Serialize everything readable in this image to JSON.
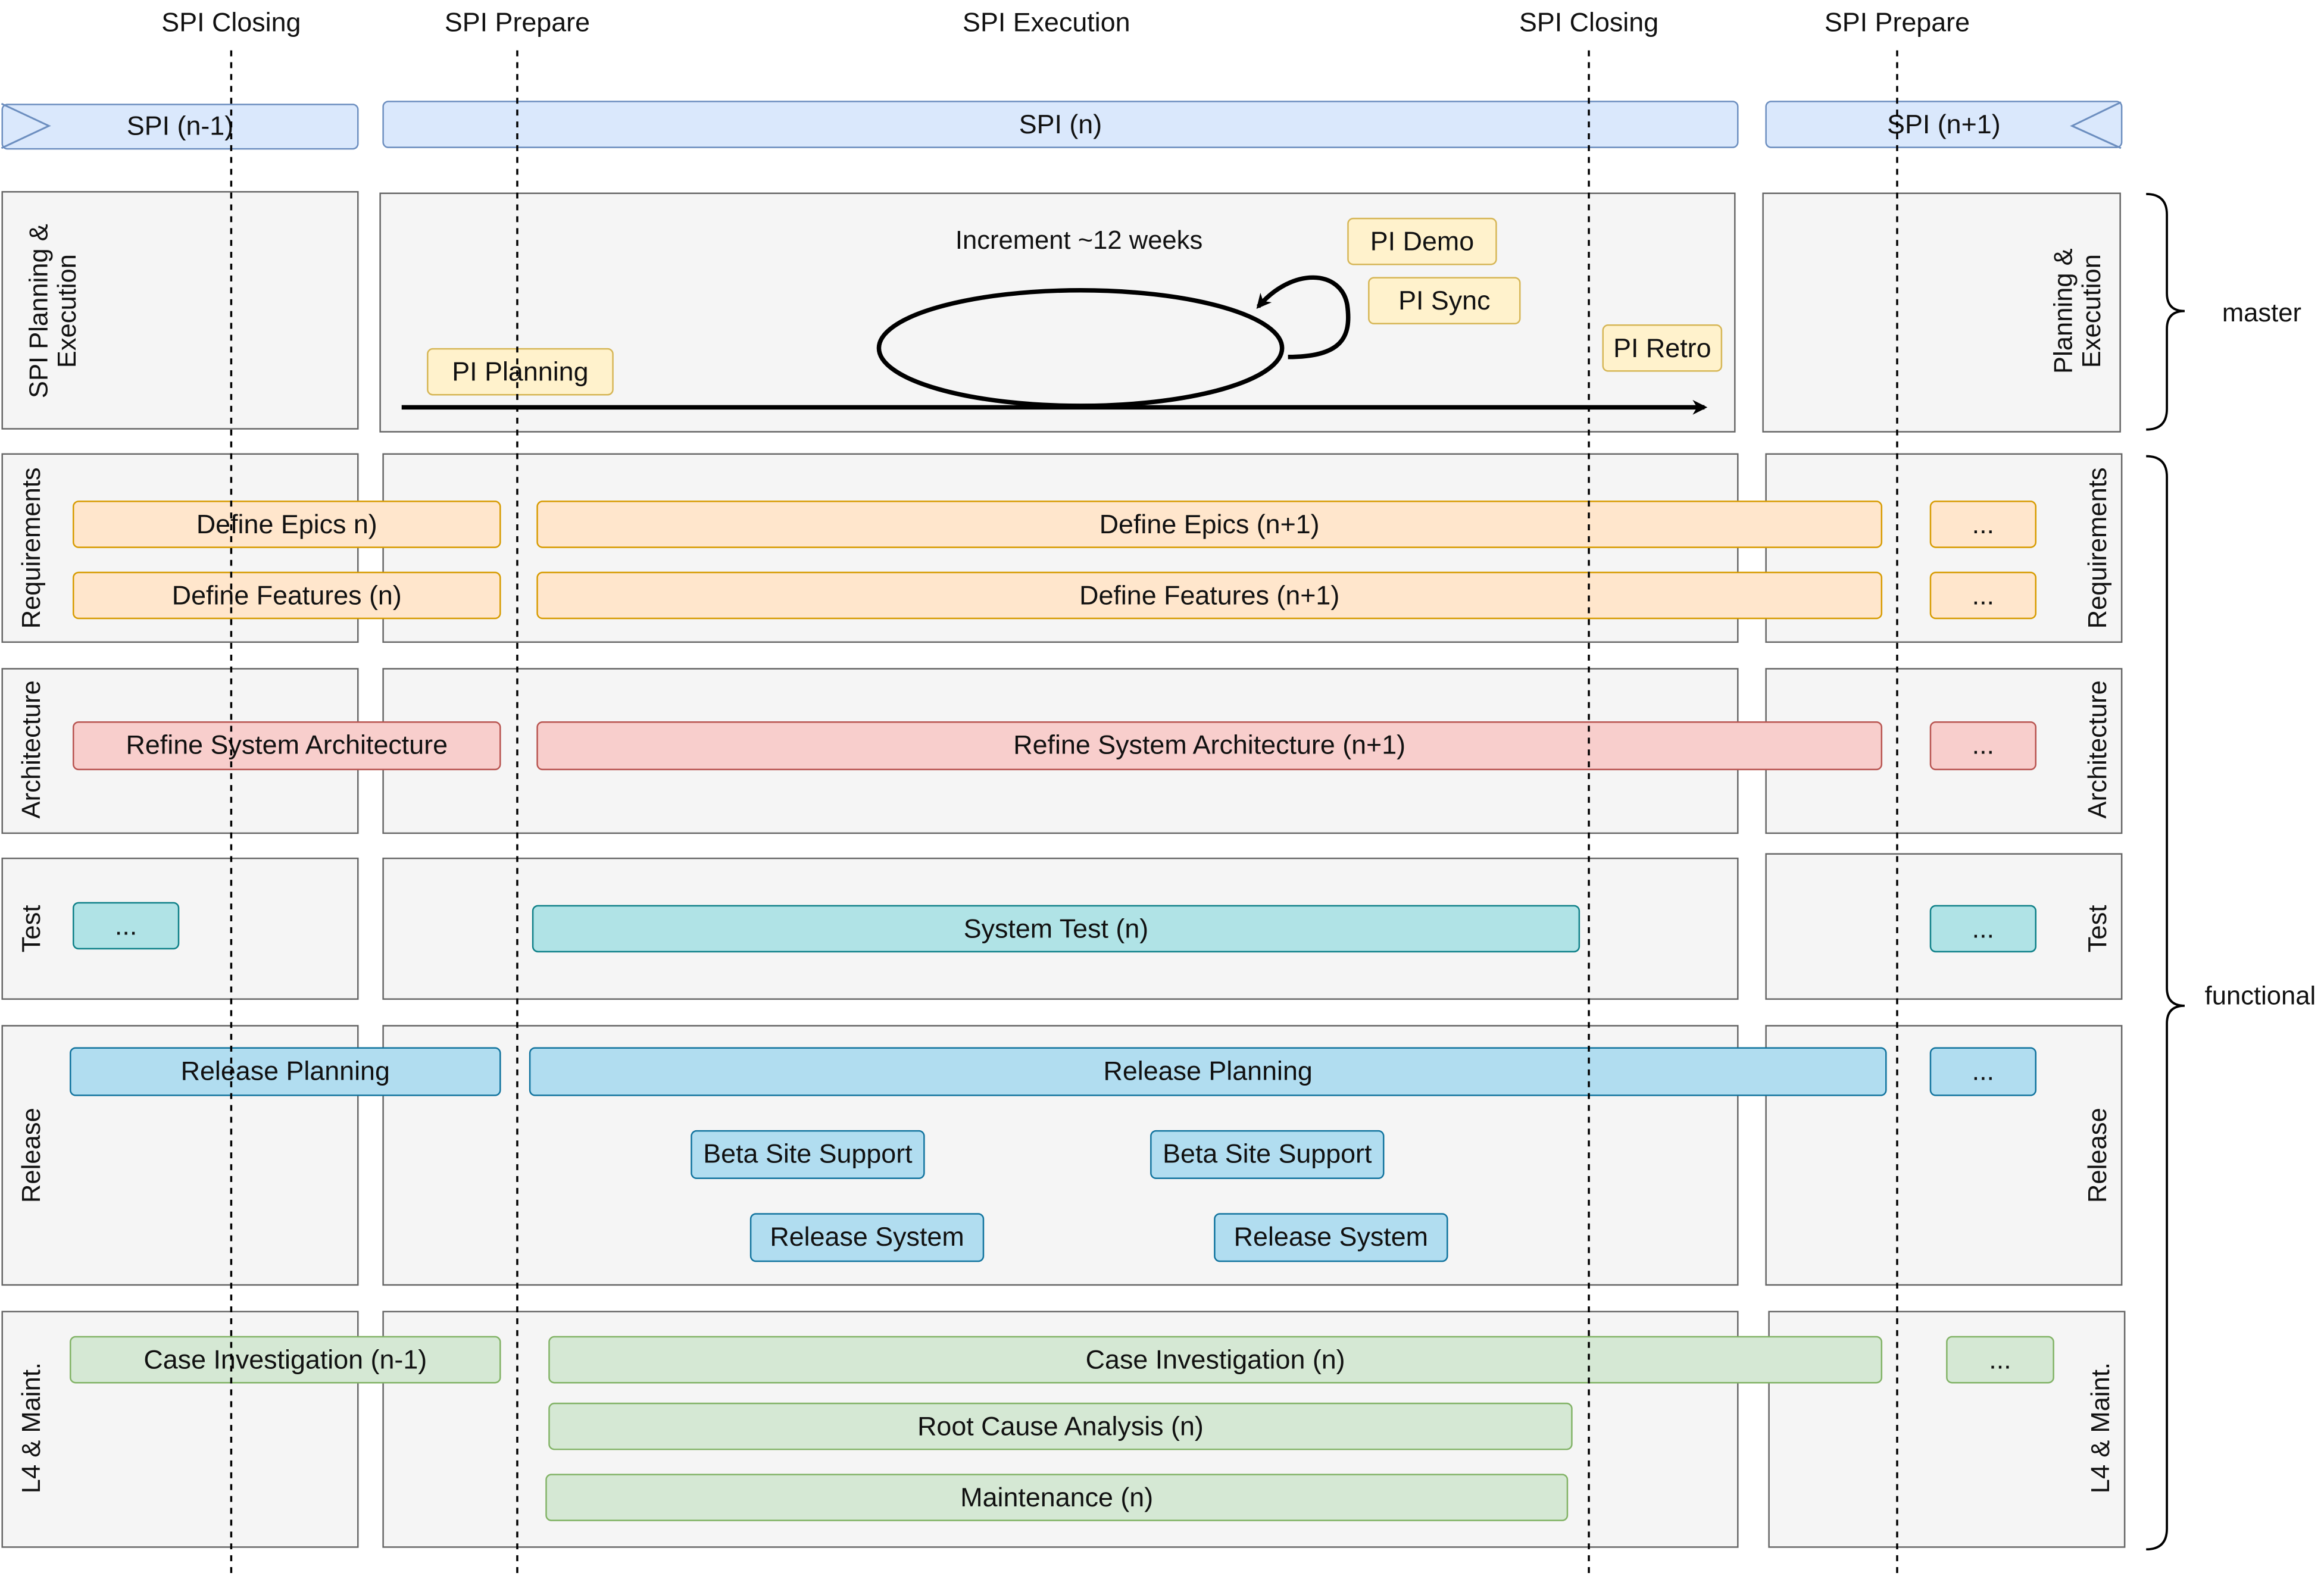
{
  "phases": [
    "SPI Closing",
    "SPI Prepare",
    "SPI Execution",
    "SPI Closing",
    "SPI Prepare"
  ],
  "banners": {
    "prev": "SPI (n-1)",
    "current": "SPI (n)",
    "next": "SPI (n+1)"
  },
  "lanes": {
    "planning": {
      "left": "SPI Planning &\nExecution",
      "right": "Planning &\nExecution"
    },
    "requirements": "Requirements",
    "architecture": "Architecture",
    "test": "Test",
    "release": "Release",
    "maintenance": "L4 & Maint."
  },
  "planning": {
    "increment": "Increment ~12 weeks",
    "pi_demo": "PI Demo",
    "pi_sync": "PI Sync",
    "pi_retro": "PI Retro",
    "pi_planning": "PI Planning"
  },
  "requirements": {
    "epics_prev": "Define Epics n)",
    "epics_next": "Define Epics (n+1)",
    "epics_more": "...",
    "features_prev": "Define Features (n)",
    "features_next": "Define Features (n+1)",
    "features_more": "..."
  },
  "architecture": {
    "refine_prev": "Refine System Architecture",
    "refine_next": "Refine System Architecture (n+1)",
    "more": "..."
  },
  "test": {
    "prev": "...",
    "system_test": "System Test (n)",
    "more": "..."
  },
  "release": {
    "planning_prev": "Release Planning",
    "planning_current": "Release Planning",
    "more": "...",
    "beta_1": "Beta Site Support",
    "beta_2": "Beta Site Support",
    "release_1": "Release System",
    "release_2": "Release System"
  },
  "maintenance": {
    "case_prev": "Case Investigation (n-1)",
    "case_current": "Case Investigation (n)",
    "more": "...",
    "rca": "Root Cause Analysis (n)",
    "maint": "Maintenance (n)"
  },
  "groups": {
    "master": "master",
    "functional": "functional"
  }
}
